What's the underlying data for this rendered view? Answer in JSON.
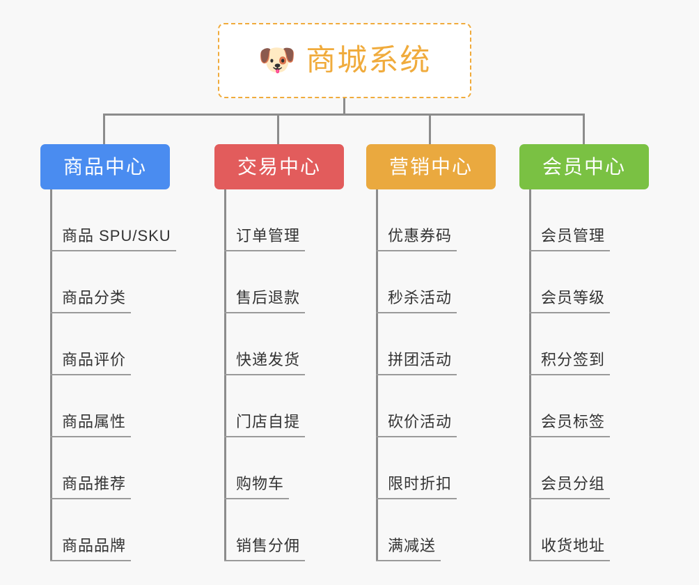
{
  "page": {
    "background_color": "#f8f8f8",
    "line_color": "#8c8c8c",
    "leaf_text_color": "#333333"
  },
  "root": {
    "icon": "🐶",
    "icon_name": "dog-face-icon",
    "title": "商城系统",
    "text_color": "#f0ab3c",
    "border_color": "#f0ab3c",
    "background_color": "#ffffff"
  },
  "branches": [
    {
      "id": "product-center",
      "label": "商品中心",
      "color": "#4a8cf0",
      "items": [
        {
          "label": "商品 SPU/SKU"
        },
        {
          "label": "商品分类"
        },
        {
          "label": "商品评价"
        },
        {
          "label": "商品属性"
        },
        {
          "label": "商品推荐"
        },
        {
          "label": "商品品牌"
        }
      ]
    },
    {
      "id": "trade-center",
      "label": "交易中心",
      "color": "#e25c5c",
      "items": [
        {
          "label": "订单管理"
        },
        {
          "label": "售后退款"
        },
        {
          "label": "快递发货"
        },
        {
          "label": "门店自提"
        },
        {
          "label": "购物车"
        },
        {
          "label": "销售分佣"
        }
      ]
    },
    {
      "id": "marketing-center",
      "label": "营销中心",
      "color": "#eaa93f",
      "items": [
        {
          "label": "优惠券码"
        },
        {
          "label": "秒杀活动"
        },
        {
          "label": "拼团活动"
        },
        {
          "label": "砍价活动"
        },
        {
          "label": "限时折扣"
        },
        {
          "label": "满减送"
        }
      ]
    },
    {
      "id": "member-center",
      "label": "会员中心",
      "color": "#7ac143",
      "items": [
        {
          "label": "会员管理"
        },
        {
          "label": "会员等级"
        },
        {
          "label": "积分签到"
        },
        {
          "label": "会员标签"
        },
        {
          "label": "会员分组"
        },
        {
          "label": "收货地址"
        }
      ]
    }
  ]
}
